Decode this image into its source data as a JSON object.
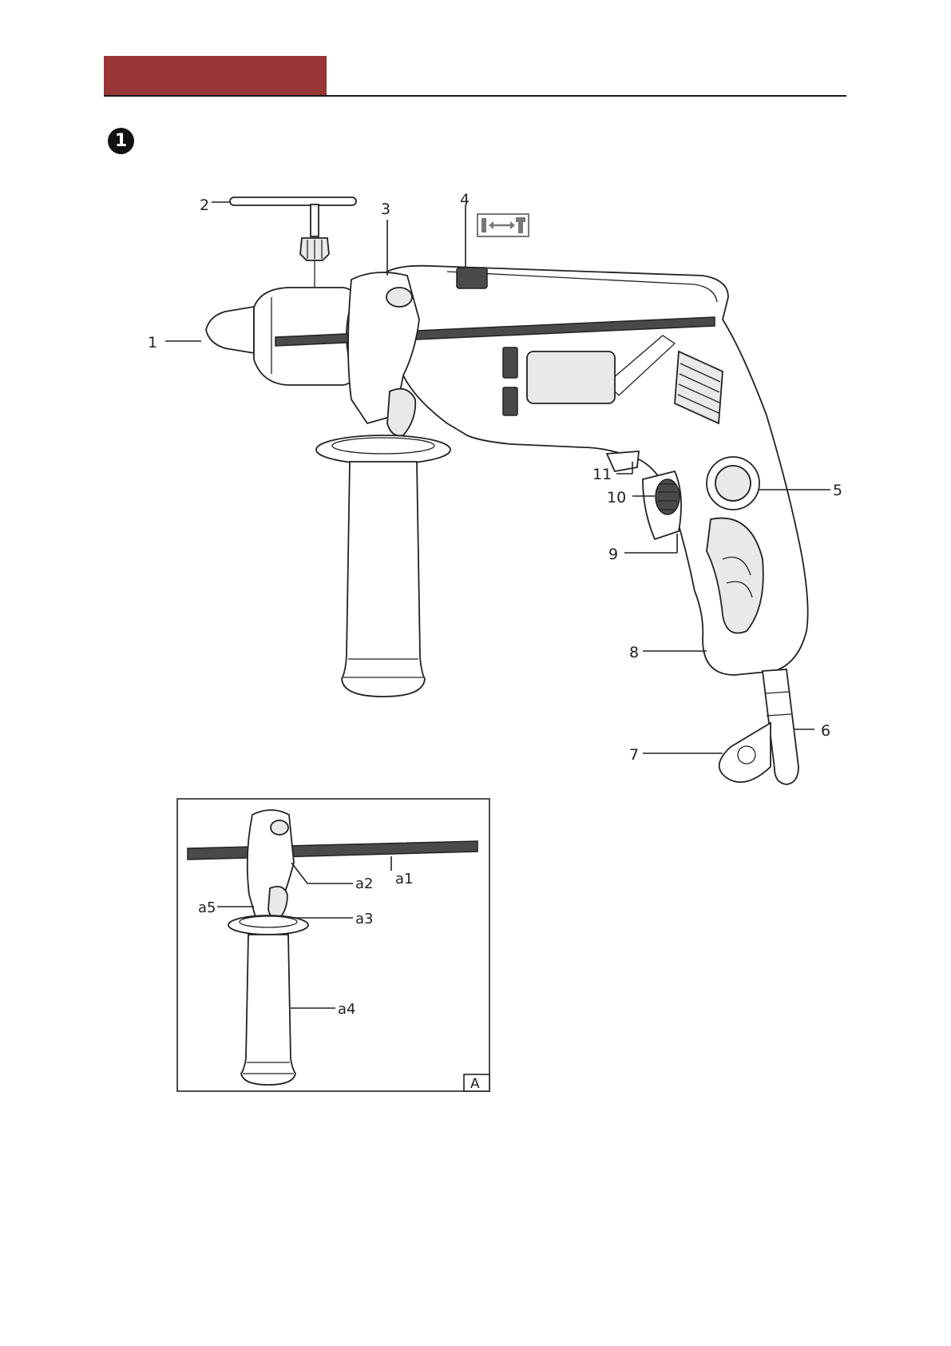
{
  "figure": {
    "number_badge": "1",
    "main_callouts": [
      "1",
      "2",
      "3",
      "4",
      "5",
      "6",
      "7",
      "8",
      "9",
      "10",
      "11"
    ],
    "mode_icon": "drill-hammer-switch-icon",
    "inset": {
      "tag": "A",
      "callouts": [
        "a1",
        "a2",
        "a3",
        "a4",
        "a5"
      ]
    }
  },
  "colors": {
    "header_accent": "#983535",
    "line": "#222222"
  }
}
